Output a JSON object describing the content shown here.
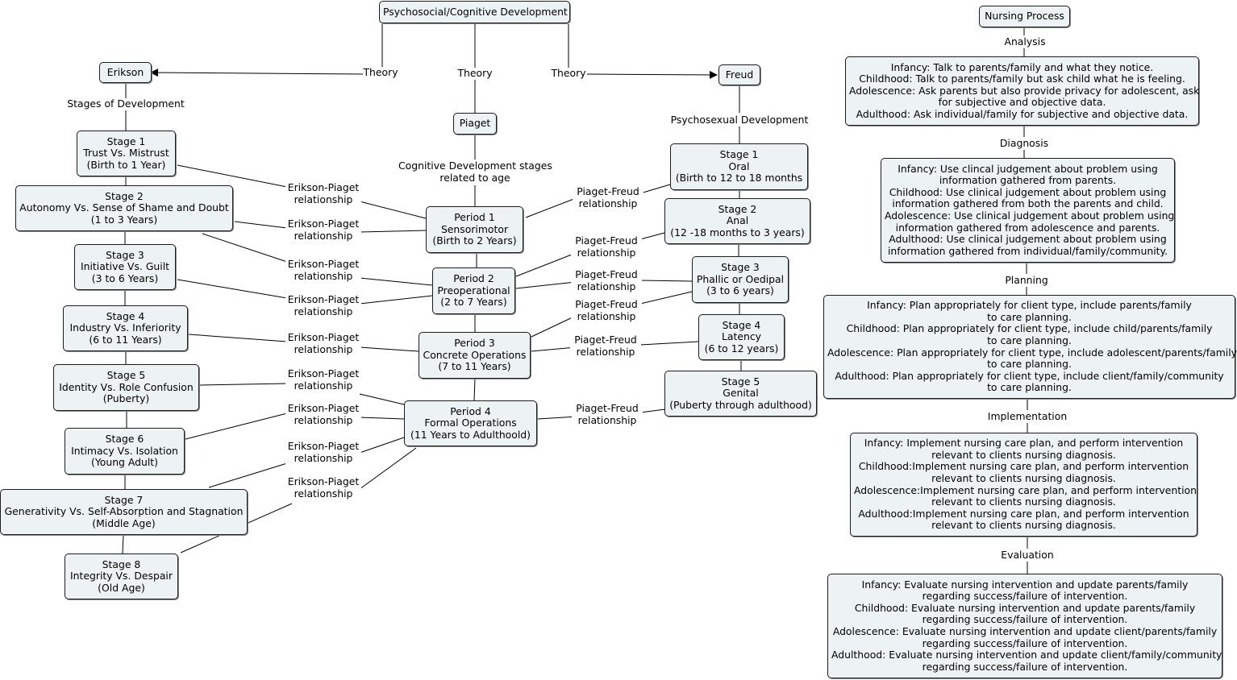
{
  "root": "Psychosocial/Cognitive Development",
  "link_theory": "Theory",
  "link_erikson_piaget": [
    "Erikson-Piaget",
    "relationship"
  ],
  "link_piaget_freud": [
    "Piaget-Freud",
    "relationship"
  ],
  "erikson": {
    "title": "Erikson",
    "link": "Stages of Development",
    "stages": [
      [
        "Stage 1",
        "Trust Vs. Mistrust",
        "(Birth to 1 Year)"
      ],
      [
        "Stage 2",
        "Autonomy Vs. Sense of Shame and Doubt",
        "(1 to 3 Years)"
      ],
      [
        "Stage 3",
        "Initiative Vs. Guilt",
        "(3 to 6 Years)"
      ],
      [
        "Stage 4",
        "Industry Vs. Inferiority",
        "(6 to 11 Years)"
      ],
      [
        "Stage 5",
        "Identity Vs. Role Confusion",
        "(Puberty)"
      ],
      [
        "Stage 6",
        "Intimacy Vs. Isolation",
        "(Young Adult)"
      ],
      [
        "Stage 7",
        "Generativity Vs. Self-Absorption and Stagnation",
        "(Middle Age)"
      ],
      [
        "Stage 8",
        "Integrity Vs. Despair",
        "(Old Age)"
      ]
    ]
  },
  "piaget": {
    "title": "Piaget",
    "link": [
      "Cognitive Development stages",
      "related to age"
    ],
    "periods": [
      [
        "Period 1",
        "Sensorimotor",
        "(Birth to 2 Years)"
      ],
      [
        "Period 2",
        "Preoperational",
        "(2 to 7 Years)"
      ],
      [
        "Period 3",
        "Concrete Operations",
        "(7 to 11 Years)"
      ],
      [
        "Period 4",
        "Formal Operations",
        "(11 Years to Adulthoold)"
      ]
    ]
  },
  "freud": {
    "title": "Freud",
    "link": "Psychosexual Development",
    "stages": [
      [
        "Stage 1",
        "Oral",
        "(Birth to 12 to 18 months"
      ],
      [
        "Stage 2",
        "Anal",
        "(12 -18 months to 3 years)"
      ],
      [
        "Stage 3",
        "Phallic or Oedipal",
        "(3 to 6 years)"
      ],
      [
        "Stage 4",
        "Latency",
        "(6 to 12 years)"
      ],
      [
        "Stage 5",
        "Genital",
        "(Puberty through adulthood)"
      ]
    ]
  },
  "nursing": {
    "title": "Nursing Process",
    "links": [
      "Analysis",
      "Diagnosis",
      "Planning",
      "Implementation",
      "Evaluation"
    ],
    "analysis": [
      "Infancy: Talk to parents/family and what they notice.",
      "Childhood: Talk to parents/family but ask child what he is feeling.",
      "Adolescence: Ask parents but also provide privacy for adolescent, ask",
      "for subjective and objective data.",
      "Adulthood: Ask individual/family for subjective and objective data."
    ],
    "diagnosis": [
      "Infancy: Use clincal judgement about problem using",
      "information gathered from parents.",
      "Childhood: Use clinical judgement about problem using",
      "information gathered from both the parents and child.",
      "Adolescence: Use clinical judgement about problem using",
      "information gathered from adolescence and parents.",
      "Adulthood: Use clinical judgement about problem using",
      "information gathered from individual/family/community."
    ],
    "planning": [
      "Infancy: Plan appropriately for client type, include parents/family",
      "to care planning.",
      "Childhood: Plan appropriately for client type, include child/parents/family",
      "to care planning.",
      "Adolescence: Plan appropriately for client type, include adolescent/parents/family",
      "to care planning.",
      "Adulthood: Plan appropriately for client type, include client/family/community",
      "to care planning."
    ],
    "implementation": [
      "Infancy: Implement nursing care plan, and perform intervention",
      "relevant to clients nursing diagnosis.",
      "Childhood:Implement nursing care plan, and perform intervention",
      "relevant to clients nursing diagnosis.",
      "Adolescence:Implement nursing care plan, and perform intervention",
      "relevant to clients nursing diagnosis.",
      "Adulthood:Implement nursing care plan, and perform intervention",
      "relevant to clients nursing diagnosis."
    ],
    "evaluation": [
      "Infancy: Evaluate nursing intervention and update parents/family",
      "regarding success/failure of intervention.",
      "Childhood: Evaluate nursing intervention and update parents/family",
      "regarding success/failure of intervention.",
      "Adolescence: Evaluate nursing intervention and update client/parents/family",
      "regarding success/failure of intervention.",
      "Adulthood: Evaluate nursing intervention and update client/family/community",
      "regarding success/failure of intervention."
    ]
  }
}
